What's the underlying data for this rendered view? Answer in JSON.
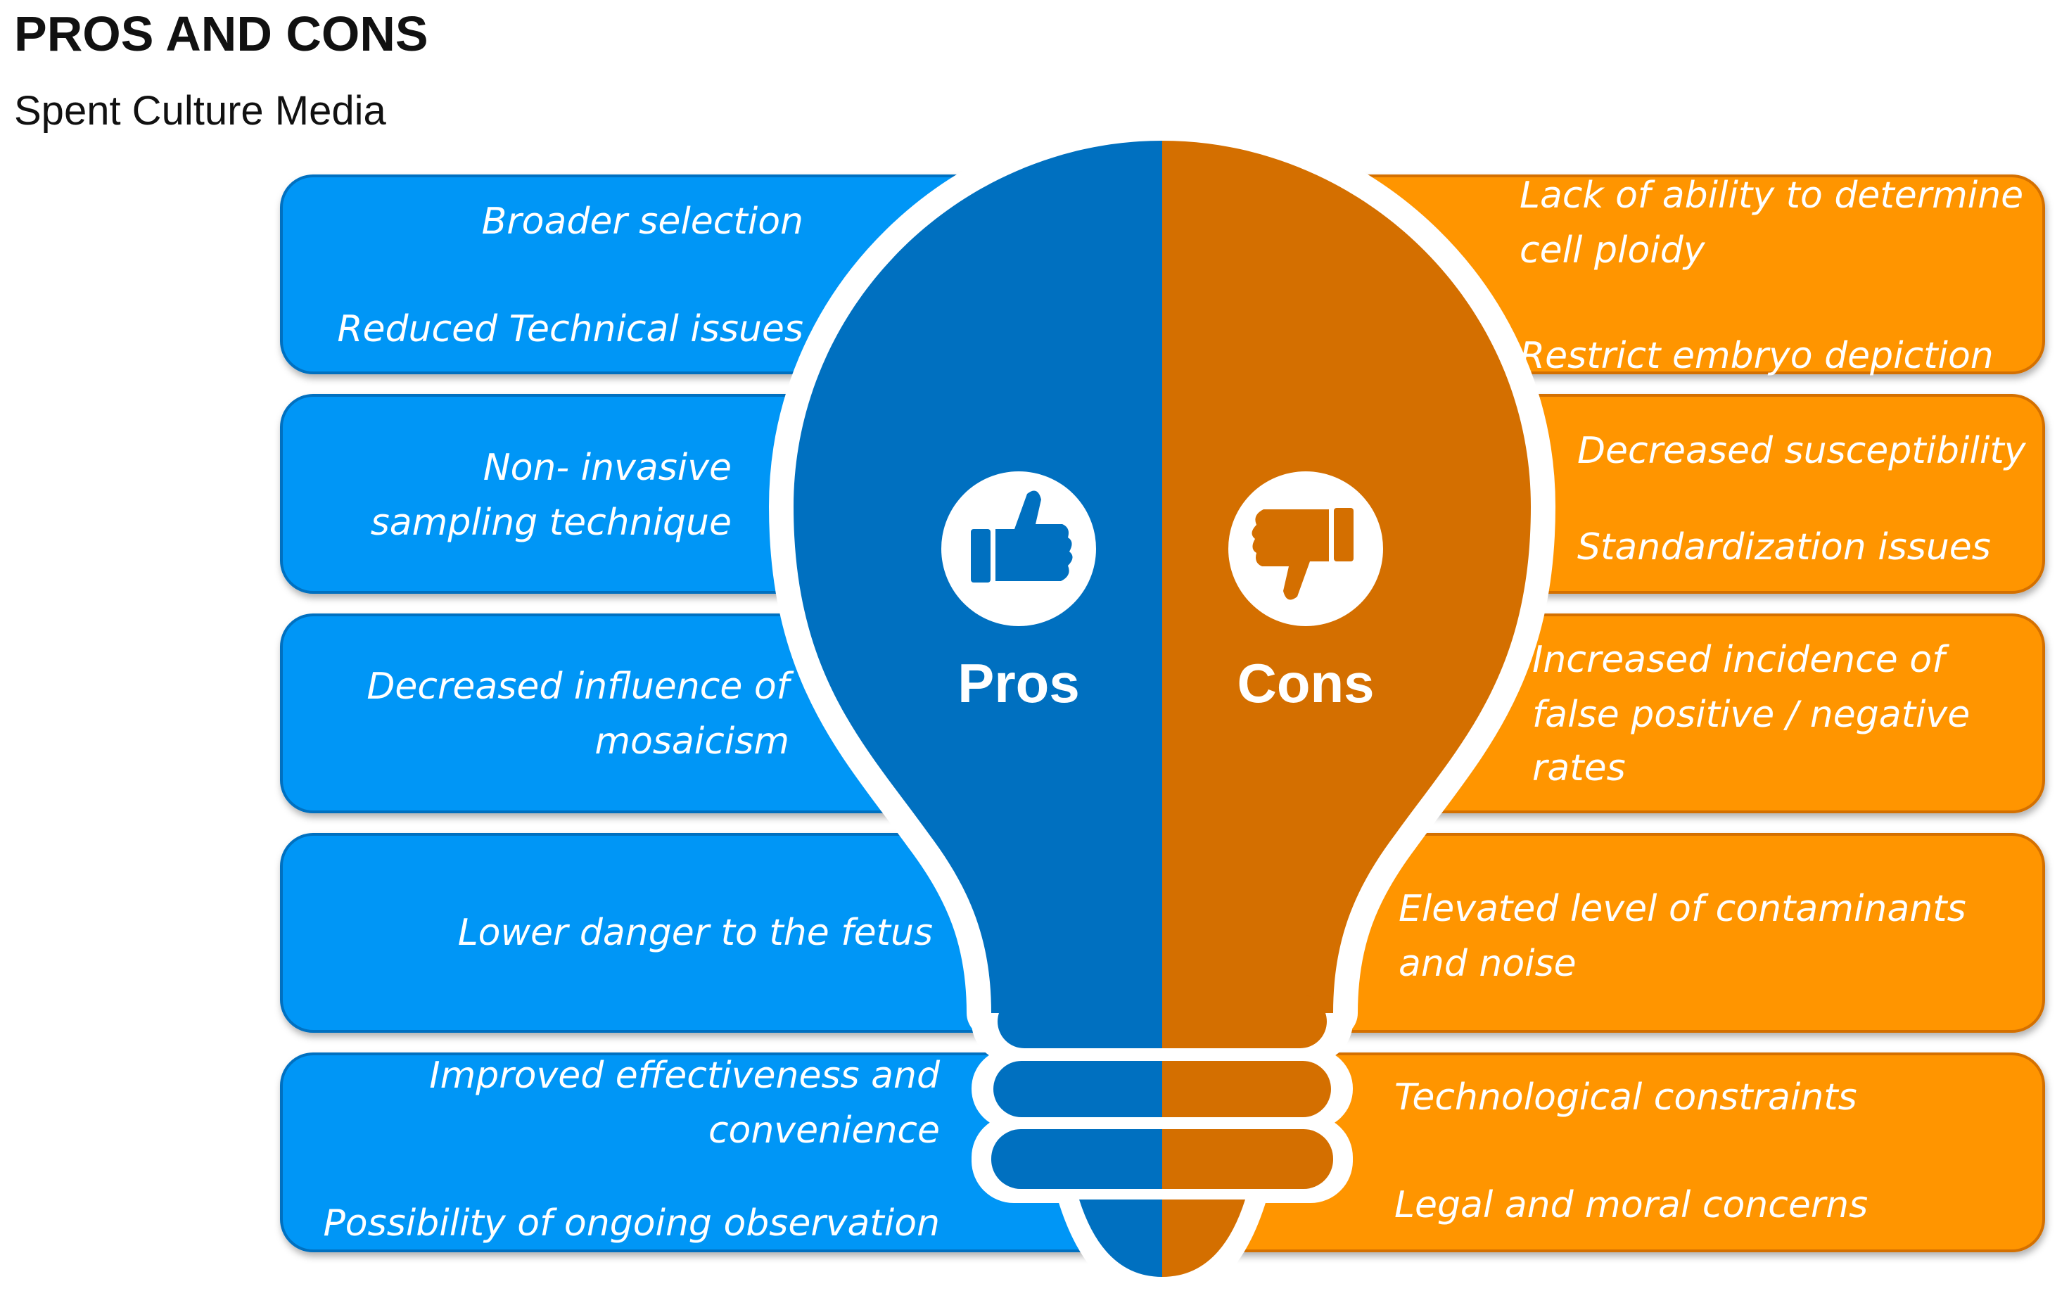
{
  "header": {
    "title": "PROS AND CONS",
    "subtitle": "Spent Culture Media"
  },
  "colors": {
    "pros_box": "#0096F6",
    "pros_bulb": "#0070C0",
    "cons_box": "#FF9500",
    "cons_bulb": "#D46F00",
    "outline": "#ffffff"
  },
  "bulb": {
    "pros_label": "Pros",
    "cons_label": "Cons",
    "pros_icon": "thumbs-up-icon",
    "cons_icon": "thumbs-down-icon"
  },
  "pros": [
    {
      "lines": [
        "Broader selection",
        "Reduced Technical issues"
      ]
    },
    {
      "lines": [
        "Non- invasive",
        "sampling technique"
      ]
    },
    {
      "lines": [
        "Decreased influence of",
        "mosaicism"
      ]
    },
    {
      "lines": [
        "Lower danger to the fetus"
      ]
    },
    {
      "lines": [
        "Improved effectiveness and",
        "convenience",
        "Possibility of ongoing observation"
      ]
    }
  ],
  "cons": [
    {
      "lines": [
        "Lack of ability to determine",
        "cell ploidy",
        "Restrict embryo depiction"
      ]
    },
    {
      "lines": [
        "Decreased susceptibility",
        "Standardization issues"
      ]
    },
    {
      "lines": [
        "Increased incidence of",
        "false positive / negative",
        "rates"
      ]
    },
    {
      "lines": [
        "Elevated level of contaminants",
        "and noise"
      ]
    },
    {
      "lines": [
        "Technological constraints",
        "Legal and moral concerns"
      ]
    }
  ]
}
